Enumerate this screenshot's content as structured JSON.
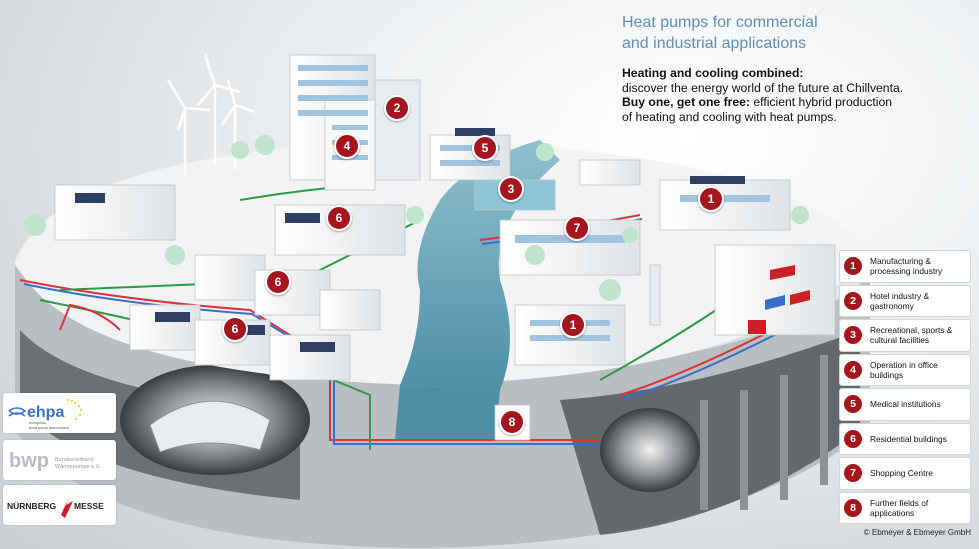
{
  "headline": {
    "line1": "Heat pumps for commercial",
    "line2": "and industrial applications"
  },
  "intro": {
    "bold1": "Heating and cooling combined:",
    "text1": "discover the energy world of the future at Chillventa.",
    "bold2": "Buy one, get one free:",
    "text2": " efficient hybrid production",
    "text3": "of heating and cooling with heat pumps."
  },
  "map_markers": [
    "1",
    "1",
    "2",
    "3",
    "4",
    "5",
    "6",
    "6",
    "6",
    "7",
    "8"
  ],
  "legend": [
    {
      "num": "1",
      "label1": "Manufacturing &",
      "label2": "processing industry"
    },
    {
      "num": "2",
      "label1": "Hotel industry &",
      "label2": "gastronomy"
    },
    {
      "num": "3",
      "label1": "Recreational, sports &",
      "label2": "cultural facilities"
    },
    {
      "num": "4",
      "label1": "Operation in office",
      "label2": "buildings"
    },
    {
      "num": "5",
      "label1": "Medical institutions",
      "label2": ""
    },
    {
      "num": "6",
      "label1": "Residential buildings",
      "label2": ""
    },
    {
      "num": "7",
      "label1": "Shopping Centre",
      "label2": ""
    },
    {
      "num": "8",
      "label1": "Further fields of",
      "label2": "applications"
    }
  ],
  "logos": {
    "ehpa_name": "ehpa",
    "ehpa_sub1": "european",
    "ehpa_sub2": "heat pump association",
    "bwp_name": "bwp",
    "bwp_sub1": "Bundesverband",
    "bwp_sub2": "Wärmepumpe e.V.",
    "messe_left": "NÜRNBERG",
    "messe_right": "MESSE"
  },
  "credit": "© Ebmeyer & Ebmeyer GmbH",
  "colors": {
    "marker_red": "#a5151d",
    "pipe_red": "#d8343a",
    "pipe_blue": "#3a6fc7",
    "pipe_green": "#2e9a48",
    "headline_blue": "#5f8fb3",
    "water": "#5f9fb4"
  }
}
